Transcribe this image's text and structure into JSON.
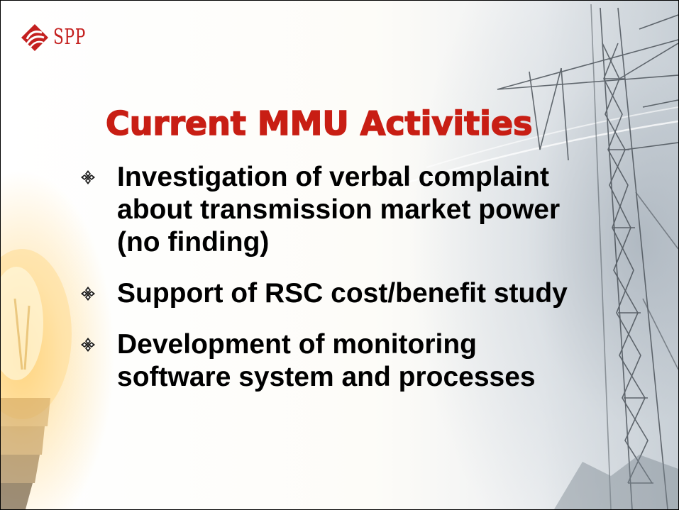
{
  "logo": {
    "text": "SPP",
    "brand_color": "#c4201f",
    "icon": "spp-logo-icon"
  },
  "title": {
    "text": "Current MMU Activities",
    "color": "#c81e14"
  },
  "bullets": [
    {
      "text": "Investigation of verbal complaint about transmission market power (no finding)",
      "icon": "diamond-bullet-icon"
    },
    {
      "text": "Support of RSC cost/benefit study",
      "icon": "diamond-bullet-icon"
    },
    {
      "text": "Development of monitoring software system and processes",
      "icon": "diamond-bullet-icon"
    }
  ],
  "background": {
    "images": [
      "light-bulb-image",
      "transmission-tower-image"
    ]
  }
}
